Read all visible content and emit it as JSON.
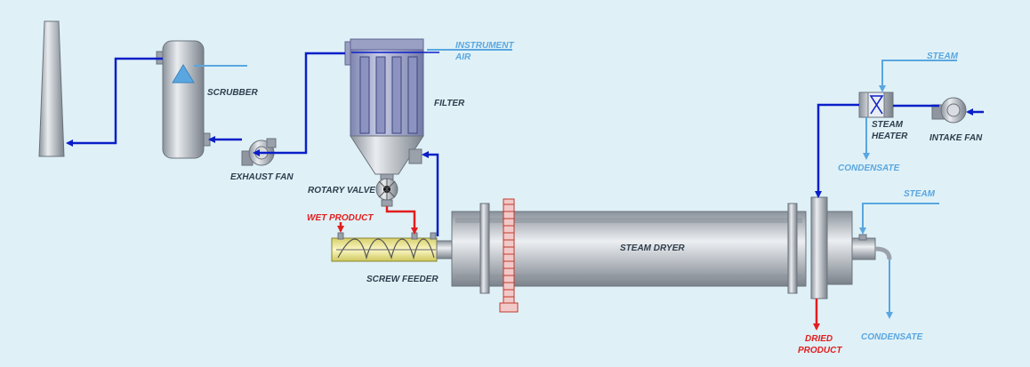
{
  "colors": {
    "background": "#dff1f7",
    "process_line": "#0a1ec8",
    "steam_line": "#5aa6e0",
    "product_line": "#e21d1d",
    "equipment": "#b9bec6",
    "screw_feeder": "#f5f0a8"
  },
  "labels": {
    "instrument_air_1": "INSTRUMENT",
    "instrument_air_2": "AIR",
    "filter": "FILTER",
    "scrubber": "SCRUBBER",
    "exhaust_fan": "EXHAUST FAN",
    "rotary_valve": "ROTARY VALVE",
    "wet_product": "WET PRODUCT",
    "screw_feeder": "SCREW FEEDER",
    "steam_dryer": "STEAM DRYER",
    "steam_top": "STEAM",
    "steam_heater_1": "STEAM",
    "steam_heater_2": "HEATER",
    "intake_fan": "INTAKE FAN",
    "condensate_top": "CONDENSATE",
    "steam_right": "STEAM",
    "condensate_bottom": "CONDENSATE",
    "dried_product_1": "DRIED",
    "dried_product_2": "PRODUCT"
  }
}
